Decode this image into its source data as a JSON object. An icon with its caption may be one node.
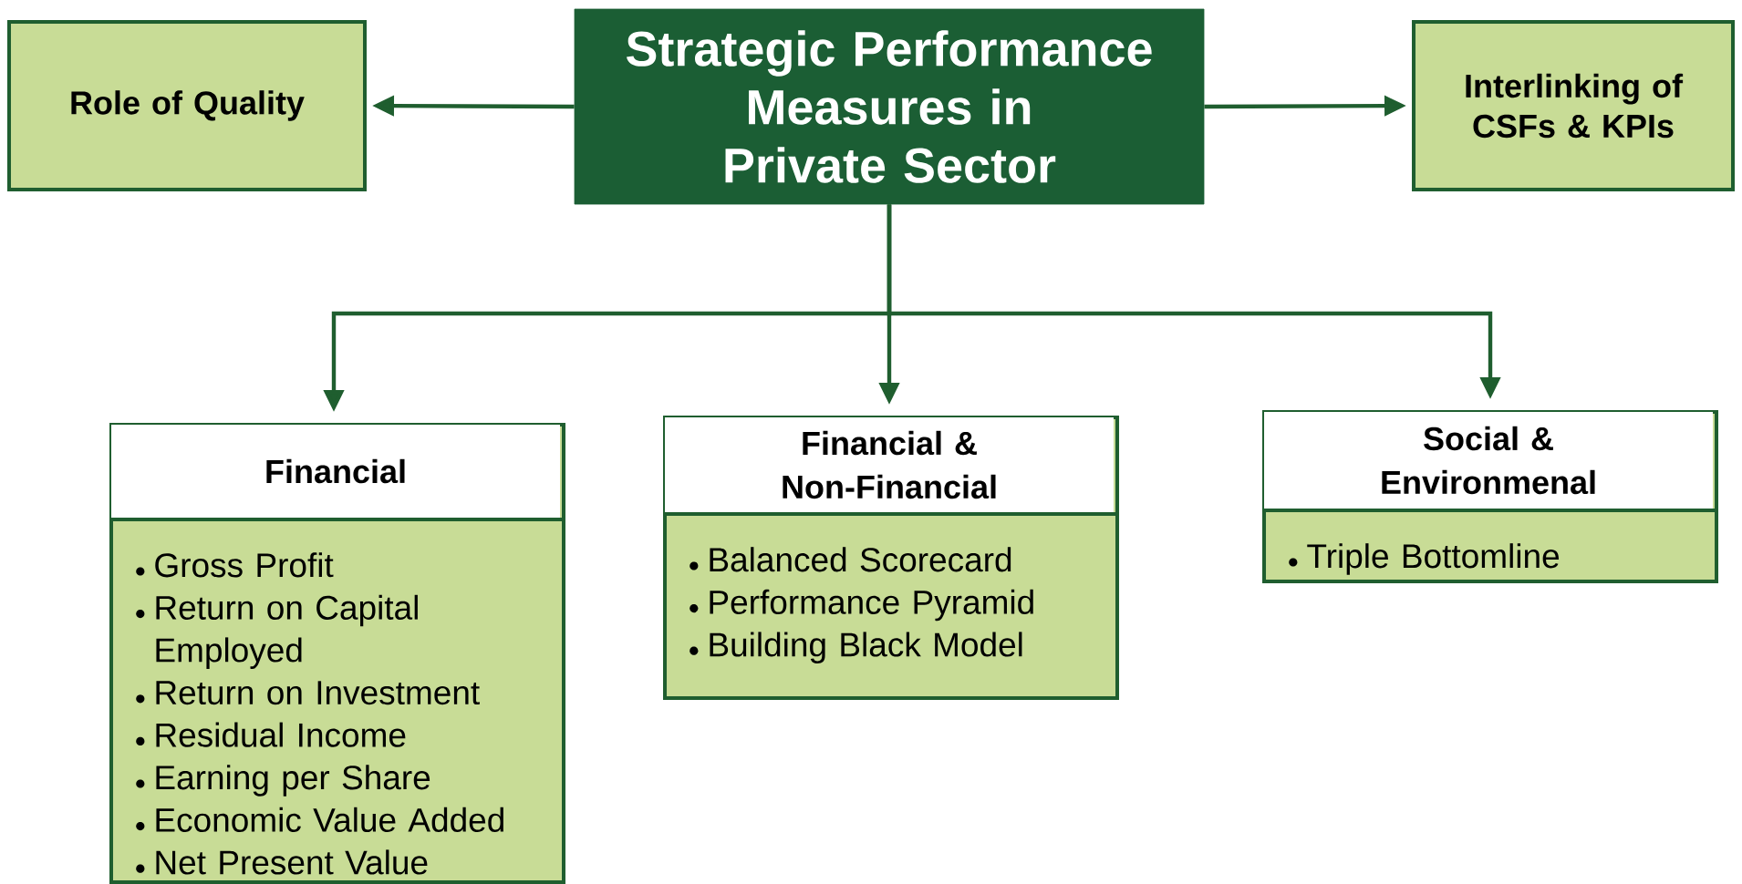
{
  "diagram": {
    "nodes": [
      {
        "text": [
          "Strategic Performance Measures in Private Sector"
        ]
      },
      {
        "text": [
          "Role of Quality"
        ]
      },
      {
        "text": [
          "Interlinking of CSFs & KPIs"
        ]
      },
      {
        "text": [
          "Financial",
          "Gross Profit",
          "Return on Capital Employed",
          "Return on Investment",
          "Residual Income",
          "Earning per Share",
          "Economic Value Added",
          "Net Present Value"
        ]
      },
      {
        "text": [
          "Financial & Non-Financial",
          "Balanced Scorecard",
          "Performance Pyramid",
          "Building Black Model"
        ]
      },
      {
        "text": [
          "Social & Environmenal",
          "Triple Bottomline"
        ]
      }
    ],
    "edges": [
      {
        "from": 0,
        "to": 1,
        "arrow": "to"
      },
      {
        "from": 0,
        "to": 2,
        "arrow": "to"
      },
      {
        "from": 0,
        "to": 3,
        "arrow": "to"
      },
      {
        "from": 0,
        "to": 4,
        "arrow": "to"
      },
      {
        "from": 0,
        "to": 5,
        "arrow": "to"
      }
    ]
  }
}
